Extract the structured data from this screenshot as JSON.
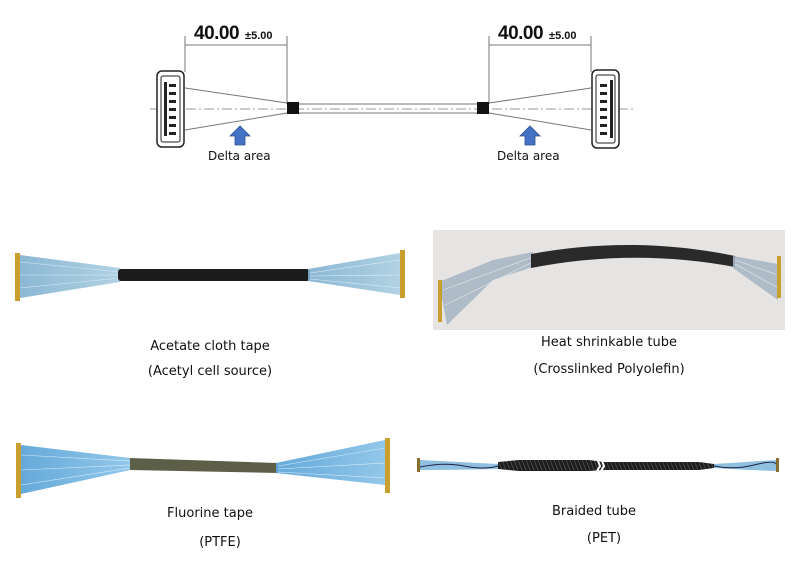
{
  "diagram": {
    "left_dimension": {
      "value": "40.00",
      "tolerance": "±5.00"
    },
    "right_dimension": {
      "value": "40.00",
      "tolerance": "±5.00"
    },
    "left_annotation": "Delta area",
    "right_annotation": "Delta area",
    "arrow_color": "#4472C4"
  },
  "samples": [
    {
      "title": "Acetate cloth tape",
      "material": "(Acetyl cell source)",
      "sleeve_color": "#1c1c1c"
    },
    {
      "title": "Heat shrinkable tube",
      "material": "(Crosslinked Polyolefin)",
      "sleeve_color": "#2a2a2a"
    },
    {
      "title": "Fluorine tape",
      "material": "(PTFE)",
      "sleeve_color": "#5c5e48"
    },
    {
      "title": "Braided tube",
      "material": "(PET)",
      "sleeve_color": "#222222"
    }
  ]
}
